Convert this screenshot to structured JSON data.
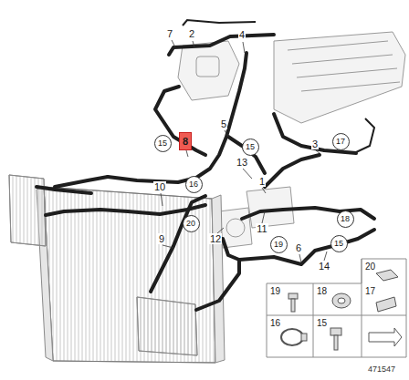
{
  "diagram": {
    "labels": [
      "7",
      "2",
      "4",
      "5",
      "8",
      "15",
      "15",
      "3",
      "17",
      "13",
      "1",
      "16",
      "10",
      "20",
      "11",
      "18",
      "9",
      "12",
      "19",
      "6",
      "15",
      "14",
      "20",
      "19",
      "18",
      "17",
      "16",
      "15",
      "471547"
    ]
  }
}
